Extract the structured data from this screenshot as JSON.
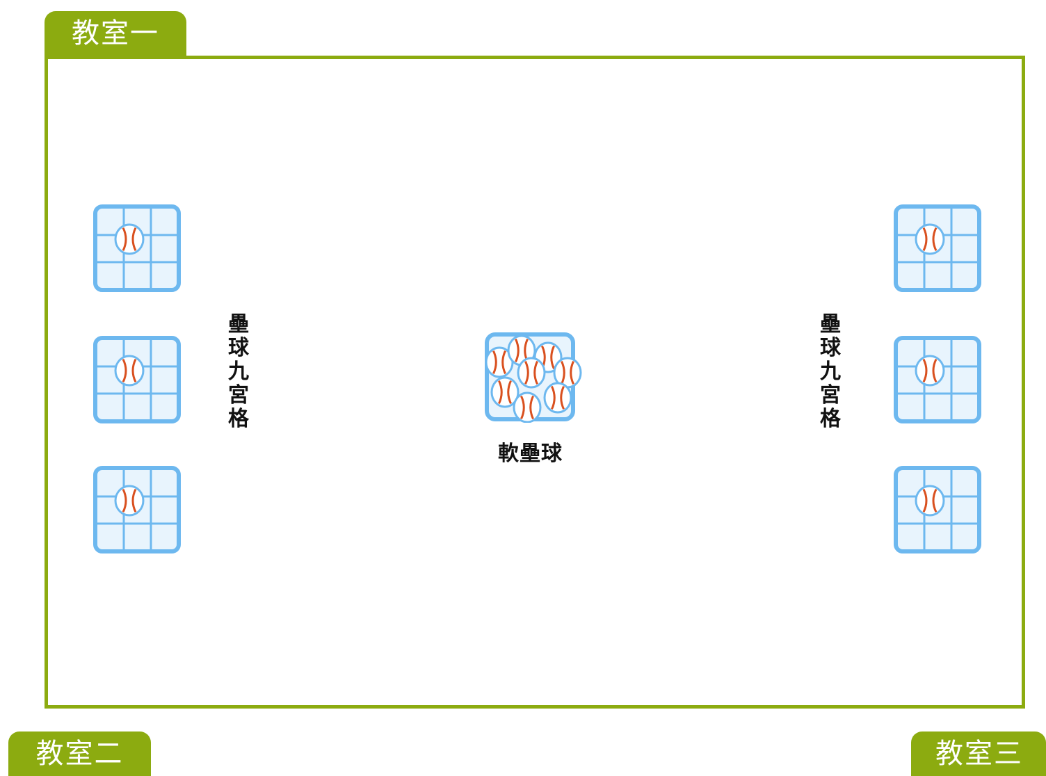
{
  "tabs": {
    "room1": "教室一",
    "room2": "教室二",
    "room3": "教室三"
  },
  "stations": {
    "left_label": "壘球九宮格",
    "right_label": "壘球九宮格",
    "center_label": "軟壘球"
  },
  "colors": {
    "accent_green": "#8cab10",
    "grid_blue": "#6db8ef",
    "grid_fill": "#e8f4fd",
    "ball_stitch": "#d9501f"
  },
  "icons": {
    "grid": "tic-tac-toe-grid-icon",
    "ball": "baseball-icon"
  }
}
